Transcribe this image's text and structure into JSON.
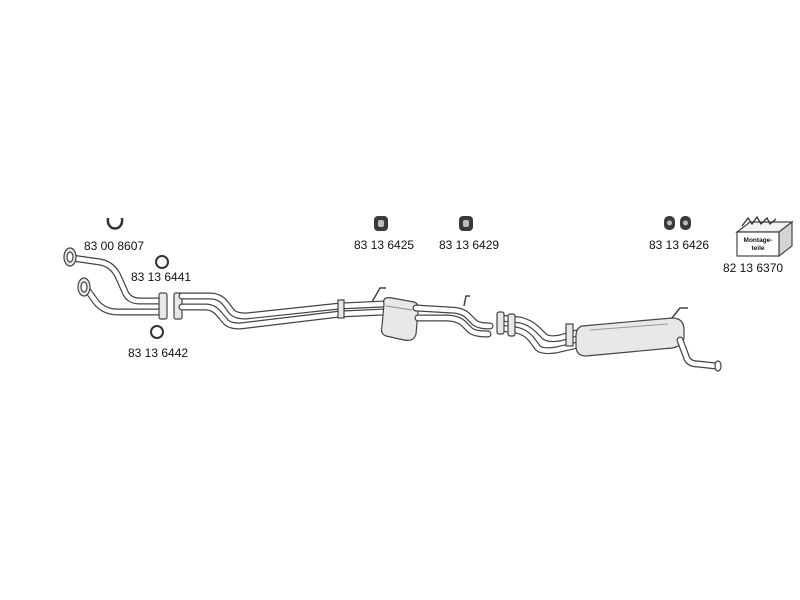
{
  "parts": {
    "clamp_u": "83 00 8607",
    "gasket_upper": "83 13 6441",
    "gasket_lower": "83 13 6442",
    "hanger_front": "83 13 6425",
    "hanger_mid": "83 13 6429",
    "hanger_rear": "83 13 6426",
    "mounting_kit": "82 13 6370"
  },
  "kit_box_label_1": "Montage-",
  "kit_box_label_2": "teile",
  "colors": {
    "outline": "#444444",
    "fill_light": "#e8e8e8",
    "hanger_fill": "#3a3a3a",
    "text": "#111111"
  }
}
